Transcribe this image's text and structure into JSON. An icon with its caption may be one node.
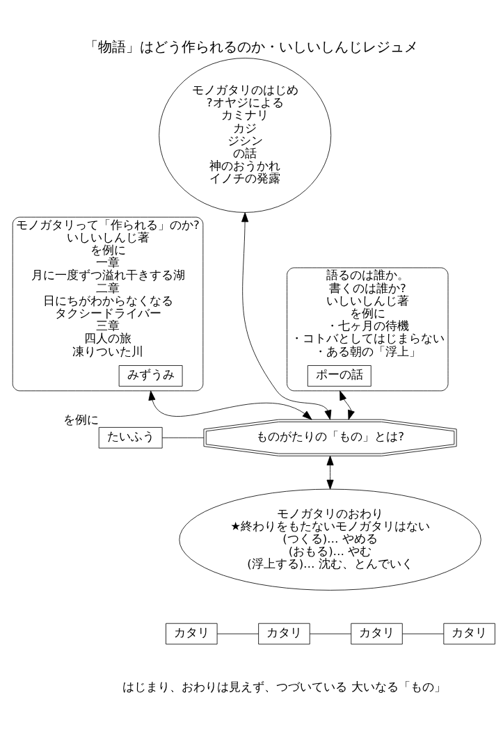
{
  "diagram": {
    "title": "「物語」はどう作られるのか・いしいしんじレジュメ",
    "nodes": [
      {
        "text": [
          "モノガタリのはじめ",
          "?オヤジによる",
          "カミナリ",
          "カジ",
          "ジシン",
          "の話",
          "神のおうかれ",
          "イノチの発露"
        ]
      },
      {
        "text": [
          "モノガタリって「作られる」のか?",
          "いしいしんじ著",
          "を例に",
          "一章",
          "月に一度ずつ溢れ干きする湖",
          "二章",
          "日にちがわからなくなる",
          "タクシードライバー",
          "三章",
          "四人の旅",
          "凍りついた川"
        ]
      },
      {
        "text": [
          "みずうみ"
        ],
        "in": 1
      },
      {
        "text": [
          "ものがたりの「もの」とは?"
        ]
      },
      {
        "text": [
          "たいふう"
        ],
        "beside": [
          "を例に"
        ]
      },
      {
        "text": [
          "語るのは誰か。",
          "書くのは誰か?",
          "いしいしんじ著",
          "を例に",
          "・七ヶ月の待機",
          "・コトバとしてはじまらない",
          "・ある朝の「浮上」"
        ]
      },
      {
        "text": [
          "ポーの話"
        ],
        "in": 5
      },
      {
        "text": [
          "モノガタリのおわり",
          "★終わりをもたないモノガタリはない",
          "(つくる)… やめる",
          "(おもる)… やむ",
          "(浮上する)… 沈む、とんでいく"
        ]
      },
      {
        "text": [
          "カタリ"
        ]
      },
      {
        "text": [
          "カタリ"
        ]
      },
      {
        "text": [
          "カタリ"
        ]
      },
      {
        "text": [
          "カタリ"
        ]
      }
    ],
    "edges": [
      {
        "from": 0,
        "to": 3,
        "arrow": "both"
      },
      {
        "from": 1,
        "to": 3,
        "arrow": "both"
      },
      {
        "from": 3,
        "to": 5,
        "arrow": "both"
      },
      {
        "from": 4,
        "to": 3,
        "arrow": "none"
      },
      {
        "from": 3,
        "to": 7,
        "arrow": "both"
      },
      {
        "from": 8,
        "to": 9,
        "arrow": "none"
      },
      {
        "from": 9,
        "to": 10,
        "arrow": "none"
      },
      {
        "from": 10,
        "to": 11,
        "arrow": "none"
      }
    ],
    "labels": [
      "はじまり、おわりは見えず、つづいている 大いなる「もの」"
    ]
  }
}
